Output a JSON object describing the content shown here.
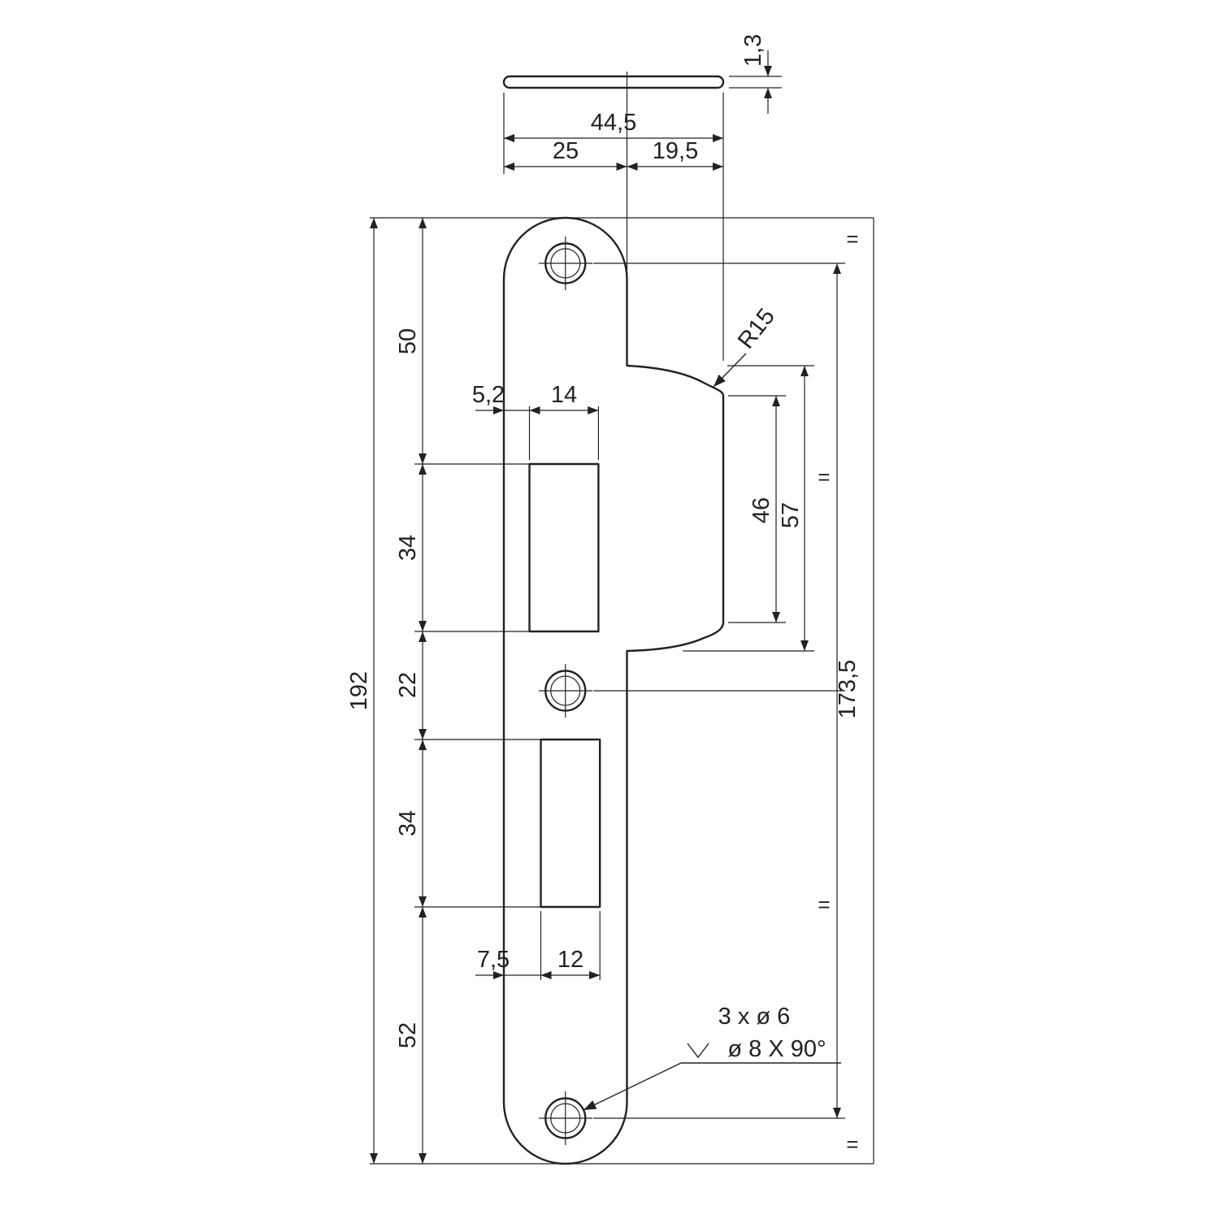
{
  "drawing_title": "strike-plate-technical-drawing",
  "dimensions": {
    "thickness": "1,3",
    "overall_width": "44,5",
    "width_left": "25",
    "width_lip": "19,5",
    "top_section": "50",
    "cutout_top_offset": "5,2",
    "cutout_top_width": "14",
    "cutout_top_height": "34",
    "middle_section": "22",
    "cutout_bottom_height": "34",
    "cutout_bottom_offset": "7,5",
    "cutout_bottom_width": "12",
    "bottom_section": "52",
    "overall_height": "192",
    "hole_spacing": "173,5",
    "lip_inner_height": "46",
    "lip_outer_height": "57",
    "fillet_radius": "R15",
    "equals_mark": "="
  },
  "callout": {
    "holes": "3 x ø 6",
    "countersink": "ø 8 X 90°"
  }
}
